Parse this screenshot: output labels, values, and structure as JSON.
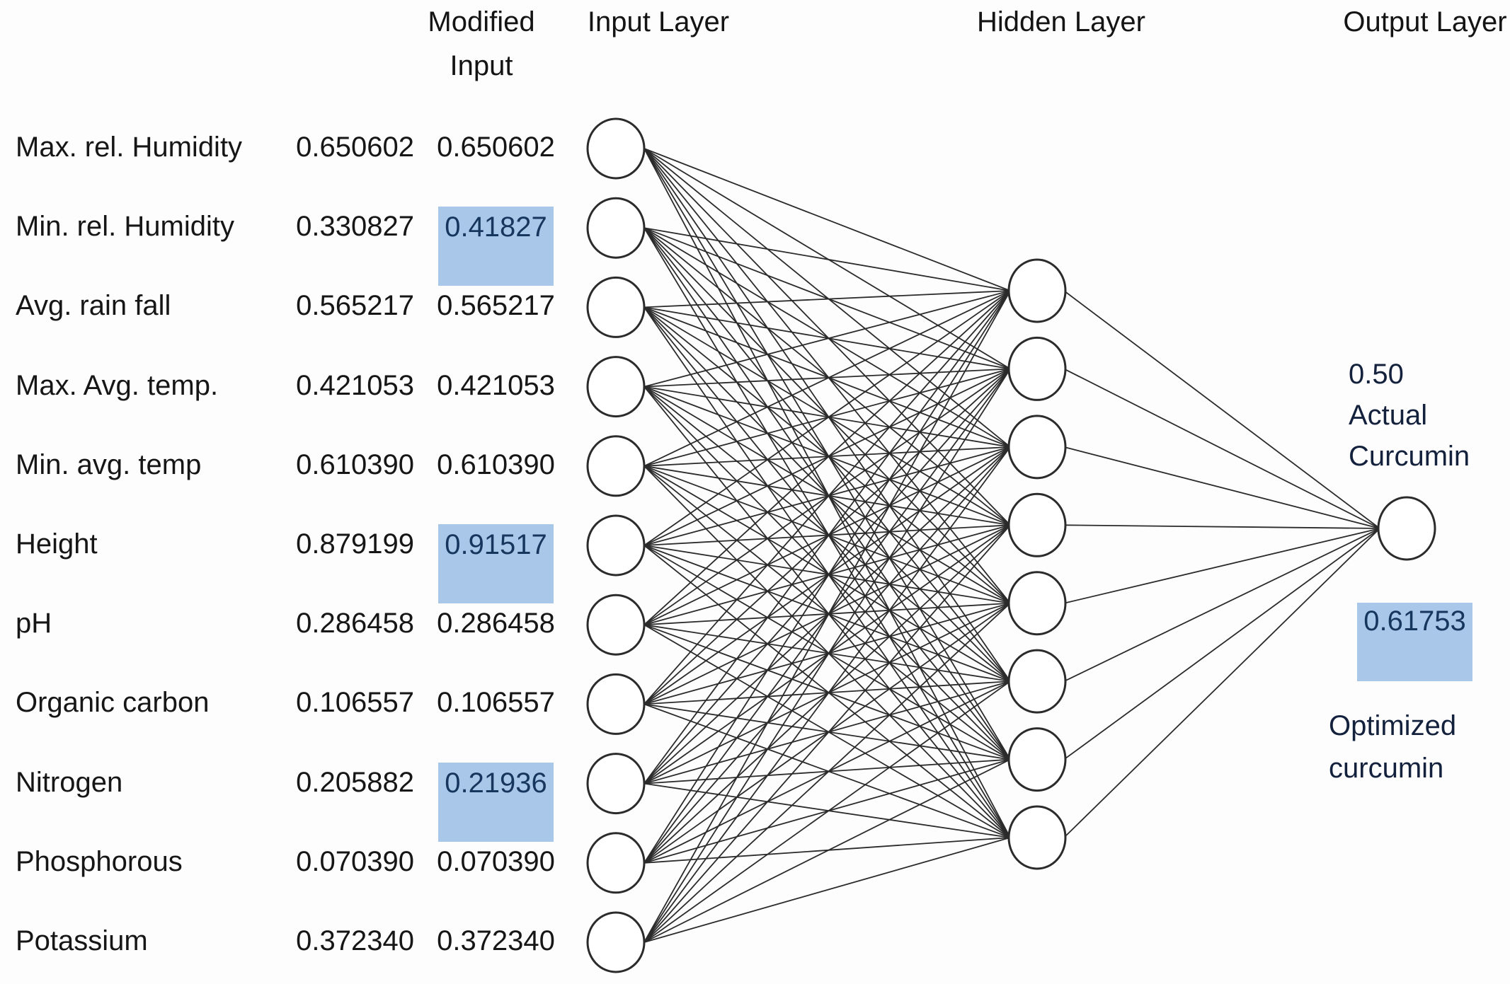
{
  "headers": {
    "modified_input_line1": "Modified",
    "modified_input_line2": "Input",
    "input_layer": "Input Layer",
    "hidden_layer": "Hidden Layer",
    "output_layer": "Output Layer"
  },
  "rows": [
    {
      "label": "Max. rel. Humidity",
      "value": "0.650602",
      "modified": "0.650602",
      "highlighted": false
    },
    {
      "label": "Min. rel. Humidity",
      "value": "0.330827",
      "modified": "0.41827",
      "highlighted": true
    },
    {
      "label": "Avg. rain fall",
      "value": "0.565217",
      "modified": "0.565217",
      "highlighted": false
    },
    {
      "label": "Max. Avg. temp.",
      "value": "0.421053",
      "modified": "0.421053",
      "highlighted": false
    },
    {
      "label": "Min. avg. temp",
      "value": "0.610390",
      "modified": "0.610390",
      "highlighted": false
    },
    {
      "label": "Height",
      "value": "0.879199",
      "modified": "0.91517",
      "highlighted": true
    },
    {
      "label": "pH",
      "value": "0.286458",
      "modified": "0.286458",
      "highlighted": false
    },
    {
      "label": "Organic carbon",
      "value": "0.106557",
      "modified": "0.106557",
      "highlighted": false
    },
    {
      "label": "Nitrogen",
      "value": "0.205882",
      "modified": "0.21936",
      "highlighted": true
    },
    {
      "label": "Phosphorous",
      "value": "0.070390",
      "modified": "0.070390",
      "highlighted": false
    },
    {
      "label": "Potassium",
      "value": "0.372340",
      "modified": "0.372340",
      "highlighted": false
    }
  ],
  "network": {
    "input_count": 11,
    "hidden_count": 8,
    "output_count": 1
  },
  "output": {
    "actual_lines": [
      "0.50",
      "Actual",
      "Curcumin"
    ],
    "optimized_value": "0.61753",
    "optimized_lines": [
      "Optimized",
      "curcumin"
    ]
  },
  "colors": {
    "highlight": "#a9c7e8",
    "highlight_text": "#17365d",
    "text": "#161616",
    "stroke": "#2b2b2b"
  }
}
